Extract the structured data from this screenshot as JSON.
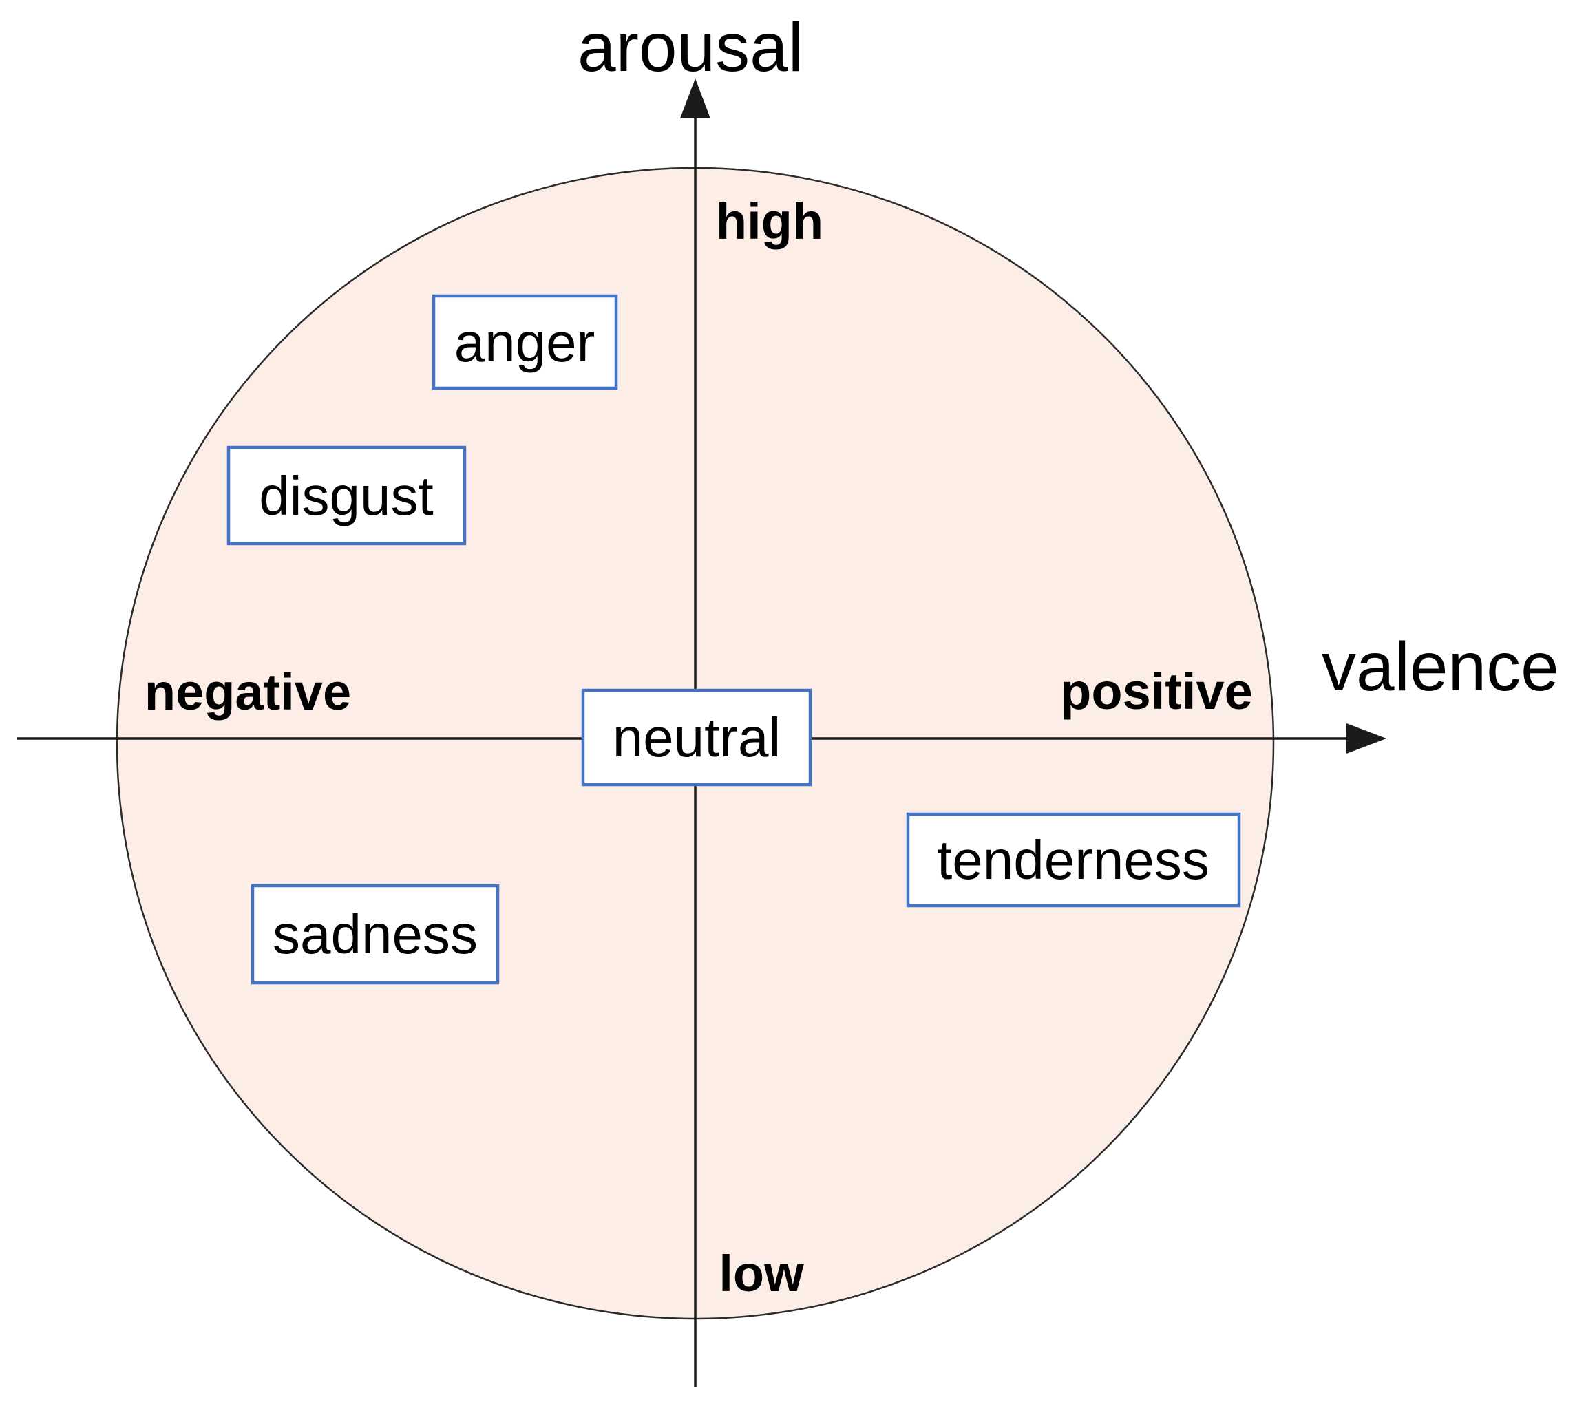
{
  "figure": {
    "y_axis_label": "arousal",
    "x_axis_label": "valence",
    "y_high_label": "high",
    "y_low_label": "low",
    "x_negative_label": "negative",
    "x_positive_label": "positive",
    "center_label": "neutral",
    "emotions": [
      {
        "label": "anger"
      },
      {
        "label": "disgust"
      },
      {
        "label": "sadness"
      },
      {
        "label": "tenderness"
      }
    ],
    "colors": {
      "circle_fill": "#FCEEE6",
      "circle_stroke": "#2B2B2B",
      "axis": "#1A1A1A",
      "box_border": "#4472C4",
      "box_fill": "#FFFFFF",
      "text": "#000000"
    }
  }
}
